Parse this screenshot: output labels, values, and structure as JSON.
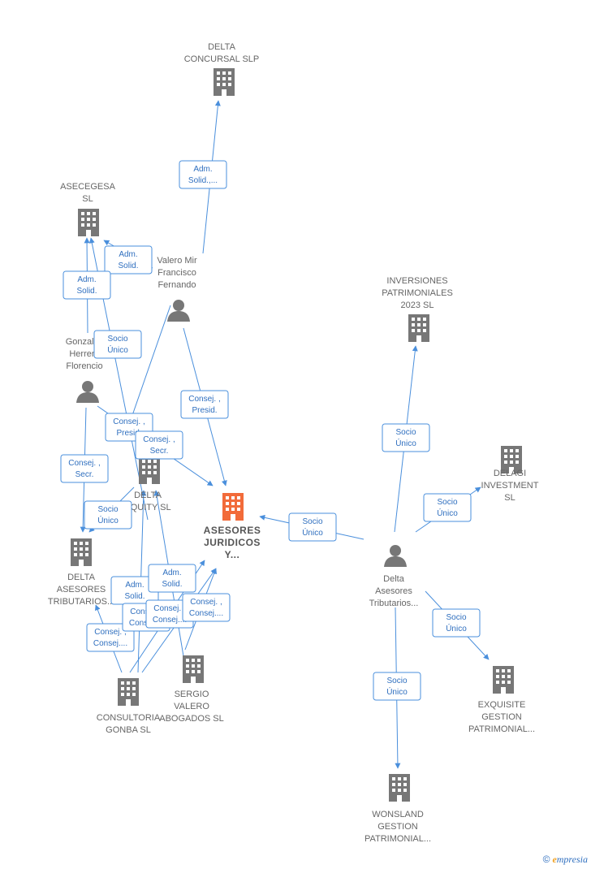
{
  "colors": {
    "edge": "#4a8fdc",
    "node": "#777777",
    "center": "#f26b3a",
    "label": "#666666"
  },
  "nodes": [
    {
      "id": "delta_concursal",
      "type": "company",
      "lines": [
        "DELTA",
        "CONCURSAL SLP"
      ]
    },
    {
      "id": "asecegesa",
      "type": "company",
      "lines": [
        "ASECEGESA",
        "SL"
      ]
    },
    {
      "id": "valero_mir",
      "type": "person",
      "lines": [
        "Valero Mir",
        "Francisco",
        "Fernando"
      ]
    },
    {
      "id": "gonzalez",
      "type": "person",
      "lines": [
        "Gonzalez",
        "Herrero",
        "Florencio"
      ]
    },
    {
      "id": "inversiones",
      "type": "company",
      "lines": [
        "INVERSIONES",
        "PATRIMONIALES",
        "2023  SL"
      ]
    },
    {
      "id": "delagi",
      "type": "company",
      "lines": [
        "DELAGI",
        "INVESTMENT",
        "SL"
      ]
    },
    {
      "id": "delta_equity",
      "type": "company",
      "lines": [
        "DELTA",
        "EQUITY  SL"
      ]
    },
    {
      "id": "asesores",
      "type": "company-center",
      "lines": [
        "ASESORES",
        "JURIDICOS",
        "Y..."
      ]
    },
    {
      "id": "delta_tributarios_co",
      "type": "company",
      "lines": [
        "DELTA",
        "ASESORES",
        "TRIBUTARIOS..."
      ]
    },
    {
      "id": "delta_tributarios_p",
      "type": "person",
      "lines": [
        "Delta",
        "Asesores",
        "Tributarios..."
      ]
    },
    {
      "id": "sergio_valero",
      "type": "company",
      "lines": [
        "SERGIO",
        "VALERO",
        "ABOGADOS  SL"
      ]
    },
    {
      "id": "consultoria",
      "type": "company",
      "lines": [
        "CONSULTORIA",
        "GONBA  SL"
      ]
    },
    {
      "id": "exquisite",
      "type": "company",
      "lines": [
        "EXQUISITE",
        "GESTION",
        "PATRIMONIAL..."
      ]
    },
    {
      "id": "wonsland",
      "type": "company",
      "lines": [
        "WONSLAND",
        "GESTION",
        "PATRIMONIAL..."
      ]
    }
  ],
  "edges": [
    {
      "id": "e1",
      "lines": [
        "Adm.",
        "Solid.,..."
      ]
    },
    {
      "id": "e2",
      "lines": [
        "Adm.",
        "Solid."
      ]
    },
    {
      "id": "e3",
      "lines": [
        "Adm.",
        "Solid."
      ]
    },
    {
      "id": "e4",
      "lines": [
        "Socio",
        "Único"
      ]
    },
    {
      "id": "e5",
      "lines": [
        "Consej. ,",
        "Presid."
      ]
    },
    {
      "id": "e6",
      "lines": [
        "Consej. ,",
        "Presid."
      ]
    },
    {
      "id": "e7",
      "lines": [
        "Consej. ,",
        "Secr."
      ]
    },
    {
      "id": "e8",
      "lines": [
        "Consej. ,",
        "Secr."
      ]
    },
    {
      "id": "e9",
      "lines": [
        "Socio",
        "Único"
      ]
    },
    {
      "id": "e10",
      "lines": [
        "Socio",
        "Único"
      ]
    },
    {
      "id": "e11",
      "lines": [
        "Socio",
        "Único"
      ]
    },
    {
      "id": "e12",
      "lines": [
        "Socio",
        "Único"
      ]
    },
    {
      "id": "e13",
      "lines": [
        "Socio",
        "Único"
      ]
    },
    {
      "id": "e14",
      "lines": [
        "Socio",
        "Único"
      ]
    },
    {
      "id": "e15",
      "lines": [
        "Adm.",
        "Solid."
      ]
    },
    {
      "id": "e16",
      "lines": [
        "Adm.",
        "Solid."
      ]
    },
    {
      "id": "e17",
      "lines": [
        "Consej. ,",
        "Consej...."
      ]
    },
    {
      "id": "e18",
      "lines": [
        "Consej. ,",
        "Consej...."
      ]
    },
    {
      "id": "e19",
      "lines": [
        "Consej. ,",
        "Consej...."
      ]
    },
    {
      "id": "e20",
      "lines": [
        "Consej. ,",
        "Consej...."
      ]
    }
  ],
  "footer": {
    "copyright": "©",
    "brand_initial": "e",
    "brand_rest": "mpresia"
  }
}
